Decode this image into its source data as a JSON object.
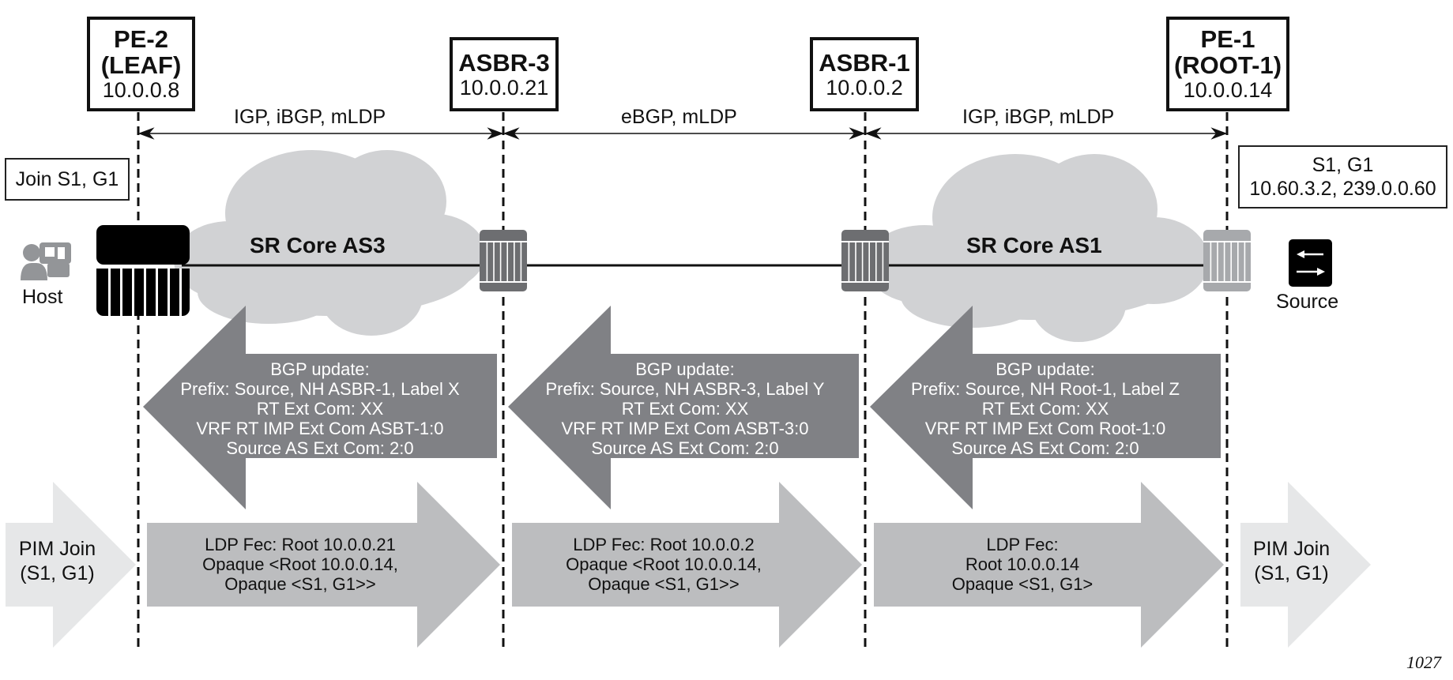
{
  "nodes": [
    {
      "name_line1": "PE-2",
      "name_line2": "(LEAF)",
      "ip": "10.0.0.8"
    },
    {
      "name_line1": "ASBR-3",
      "ip": "10.0.0.21"
    },
    {
      "name_line1": "ASBR-1",
      "ip": "10.0.0.2"
    },
    {
      "name_line1": "PE-1",
      "name_line2": "(ROOT-1)",
      "ip": "10.0.0.14"
    }
  ],
  "segments": [
    {
      "protocols": "IGP, iBGP, mLDP"
    },
    {
      "protocols": "eBGP, mLDP"
    },
    {
      "protocols": "IGP, iBGP, mLDP"
    }
  ],
  "notes": {
    "join": "Join S1, G1",
    "source_group_line1": "S1, G1",
    "source_group_line2": "10.60.3.2, 239.0.0.60"
  },
  "clouds": [
    {
      "label": "SR Core AS3"
    },
    {
      "label": "SR Core AS1"
    }
  ],
  "endpoints": {
    "host_label": "Host",
    "source_label": "Source"
  },
  "bgp_updates": [
    {
      "lines": [
        "BGP update:",
        "Prefix: Source, NH ASBR-1, Label X",
        "RT Ext Com: XX",
        "VRF RT IMP Ext Com ASBT-1:0",
        "Source AS Ext Com: 2:0"
      ]
    },
    {
      "lines": [
        "BGP update:",
        "Prefix: Source, NH ASBR-3, Label Y",
        "RT Ext Com: XX",
        "VRF RT IMP Ext Com ASBT-3:0",
        "Source AS Ext Com: 2:0"
      ]
    },
    {
      "lines": [
        "BGP update:",
        "Prefix: Source, NH Root-1, Label Z",
        "RT Ext Com: XX",
        "VRF RT IMP Ext Com Root-1:0",
        "Source AS Ext Com: 2:0"
      ]
    }
  ],
  "ldp_fecs": [
    {
      "lines": [
        "LDP Fec: Root 10.0.0.21",
        "Opaque <Root 10.0.0.14,",
        "Opaque <S1, G1>>"
      ]
    },
    {
      "lines": [
        "LDP Fec: Root 10.0.0.2",
        "Opaque <Root 10.0.0.14,",
        "Opaque <S1, G1>>"
      ]
    },
    {
      "lines": [
        "LDP Fec:",
        "Root 10.0.0.14",
        "Opaque <S1, G1>"
      ]
    }
  ],
  "pim_joins": [
    {
      "lines": [
        "PIM Join",
        "(S1, G1)"
      ]
    },
    {
      "lines": [
        "PIM Join",
        "(S1, G1)"
      ]
    }
  ],
  "figure_number": "1027",
  "colors": {
    "cloud": "#d1d2d4",
    "bgp_arrow": "#808185",
    "ldp_arrow": "#bcbdbf",
    "pim_arrow": "#e6e7e8",
    "router_dark": "#000000",
    "router_mid": "#6d6e71",
    "router_light": "#a7a9ac",
    "host_icon": "#939598"
  }
}
